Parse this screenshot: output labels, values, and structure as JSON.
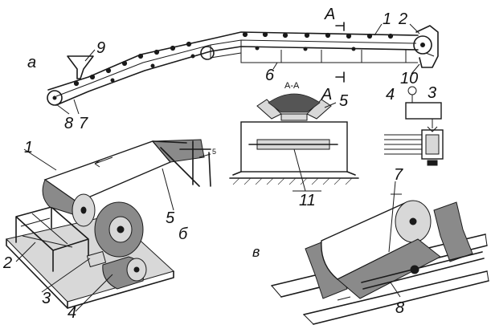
{
  "views": {
    "a": "а",
    "b": "б",
    "v": "в"
  },
  "section": {
    "marker": "А",
    "title": "А-А"
  },
  "callouts": {
    "n1": "1",
    "n2": "2",
    "n3": "3",
    "n4": "4",
    "n5": "5",
    "n6": "6",
    "n7": "7",
    "n8": "8",
    "n9": "9",
    "n10": "10",
    "n11": "11",
    "b_small": "5"
  }
}
